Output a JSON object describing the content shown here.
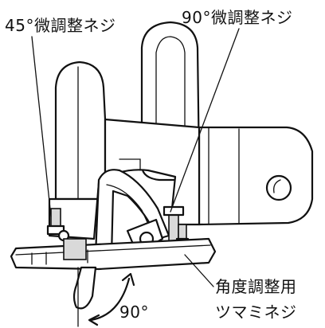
{
  "labels": {
    "fine_adjust_45": "45°微調整ネジ",
    "fine_adjust_90": "90°微調整ネジ",
    "angle_knob_line1": "角度調整用",
    "angle_knob_line2": "ツマミネジ",
    "angle_90": "90°"
  },
  "colors": {
    "ink": "#111111",
    "background": "#ffffff",
    "shade": "#d9d9d9"
  }
}
